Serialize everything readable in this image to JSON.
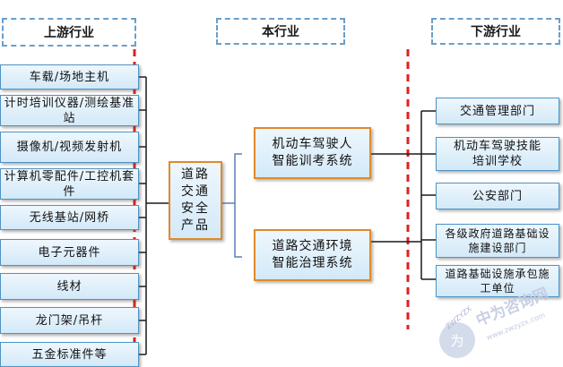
{
  "headers": {
    "upstream": "上游行业",
    "current": "本行业",
    "downstream": "下游行业"
  },
  "upstream_items": [
    "车载/场地主机",
    "计时培训仪器/测绘基准站",
    "摄像机/视频发射机",
    "计算机零配件/工控机套件",
    "无线基站/网桥",
    "电子元器件",
    "线材",
    "龙门架/吊杆",
    "五金标准件等"
  ],
  "center": {
    "label": "道路交通安全产品"
  },
  "systems": [
    "机动车驾驶人智能训考系统",
    "道路交通环境智能治理系统"
  ],
  "downstream_items": [
    "交通管理部门",
    "机动车驾驶技能培训学校",
    "公安部门",
    "各级政府道路基础设施建设部门",
    "道路基础设施承包施工单位"
  ],
  "watermark": {
    "text_cn": "中为咨询网",
    "text_url": "www.zwzyzx.com",
    "text_logo": "ZWZYZX",
    "text_seal": "为"
  },
  "colors": {
    "box_border": "#4f93c4",
    "accent_border": "#e08a2c",
    "divider": "#e02020",
    "header_border": "#6a9fca"
  }
}
